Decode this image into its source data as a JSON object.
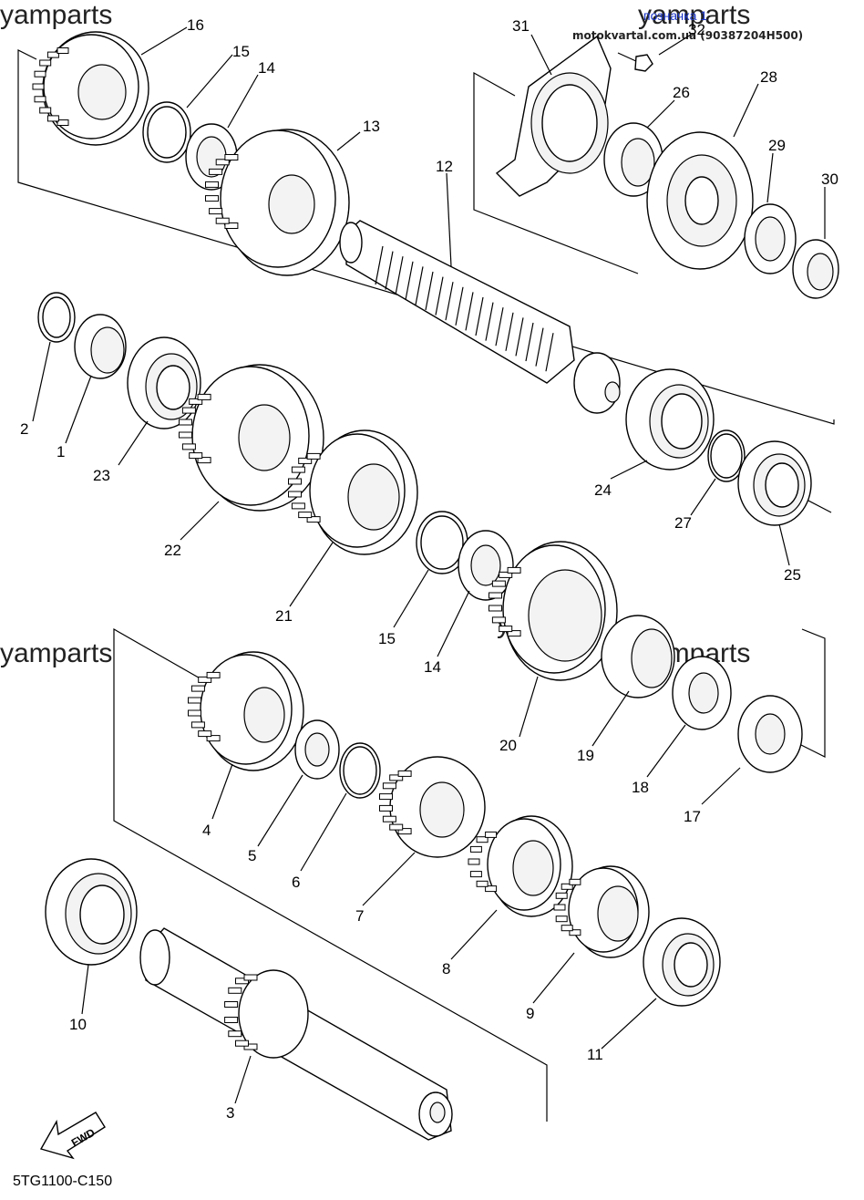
{
  "watermarks": [
    "yamparts",
    "yamparts",
    "yamparts",
    "yamparts",
    "yamparts"
  ],
  "header": {
    "link_text": "позначка 1",
    "source_text": "motokvartal.com.ua (90387204H500)"
  },
  "callouts": [
    "1",
    "2",
    "3",
    "4",
    "5",
    "6",
    "7",
    "8",
    "9",
    "10",
    "11",
    "12",
    "13",
    "14",
    "15",
    "16",
    "17",
    "18",
    "19",
    "20",
    "21",
    "22",
    "23",
    "24",
    "25",
    "26",
    "27",
    "28",
    "29",
    "30",
    "31",
    "15",
    "14",
    "32"
  ],
  "fwd_label": "FWD",
  "diagram_code": "5TG1100-C150",
  "colors": {
    "ink": "#000000",
    "link": "#1a35c9",
    "background": "#ffffff"
  }
}
